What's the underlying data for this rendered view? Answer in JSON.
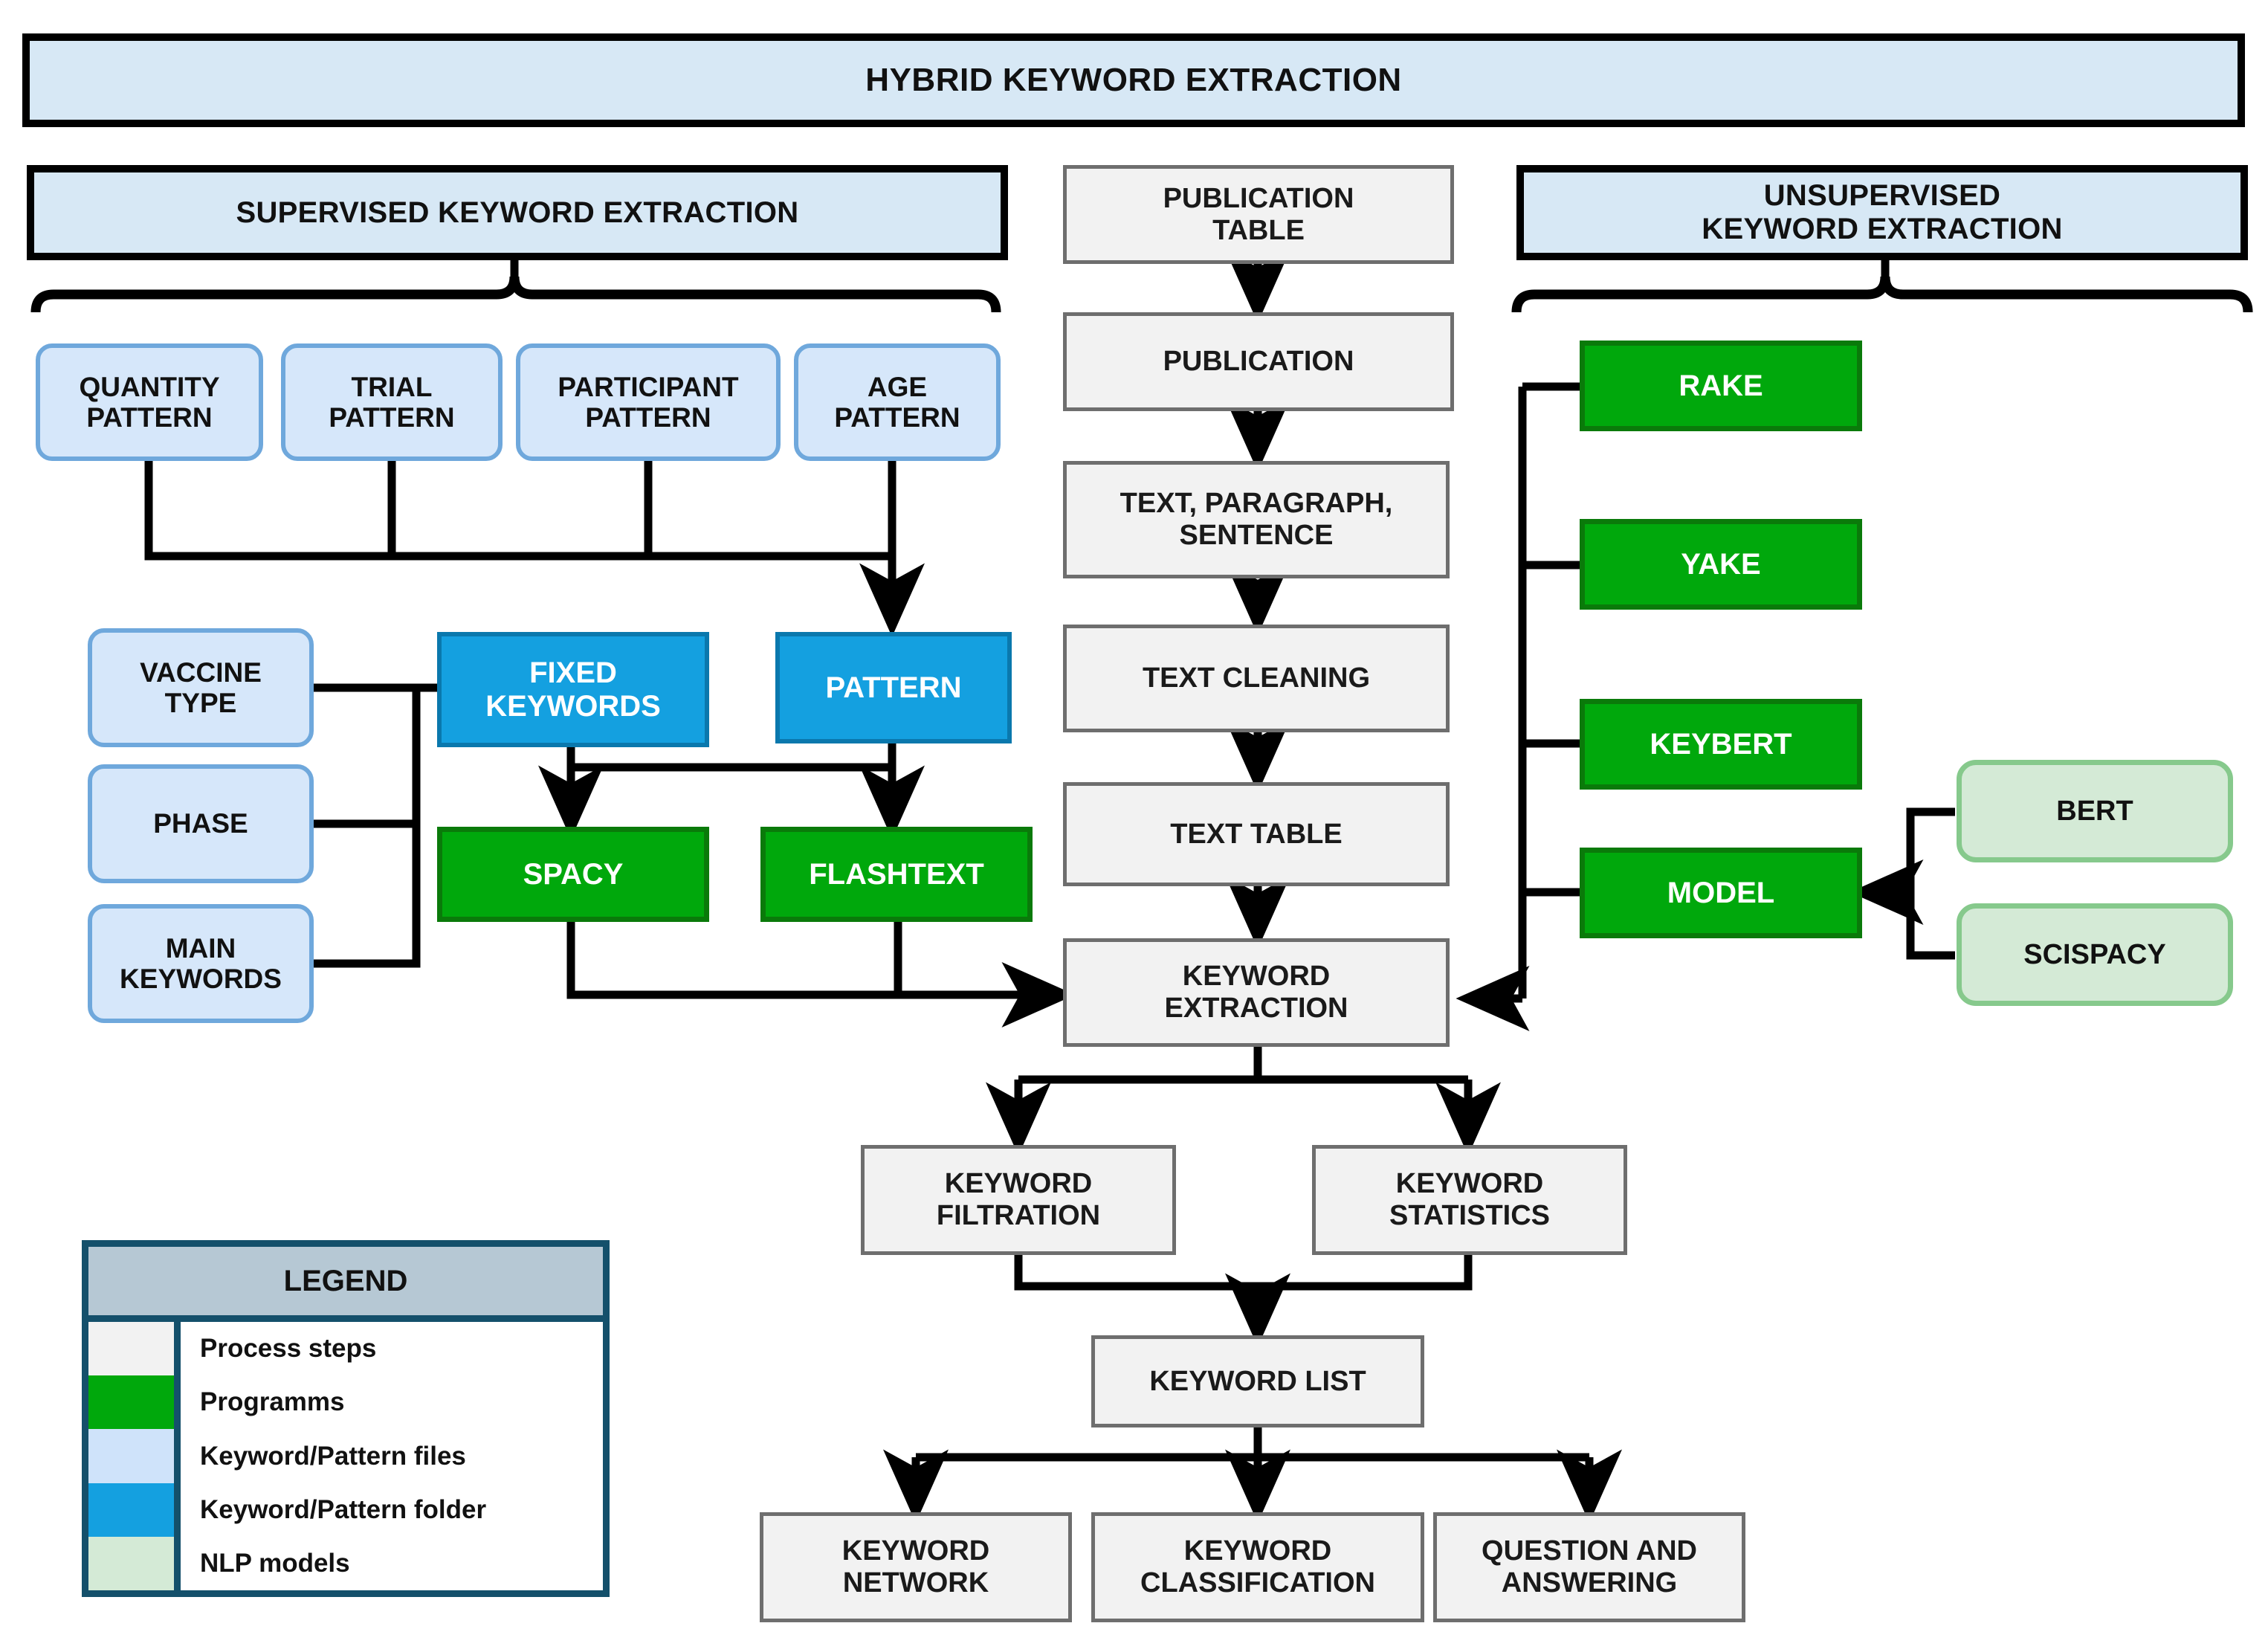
{
  "title": {
    "label": "HYBRID KEYWORD EXTRACTION"
  },
  "sections": {
    "supervised": "SUPERVISED KEYWORD EXTRACTION",
    "unsupervised_line1": "UNSUPERVISED",
    "unsupervised_line2": "KEYWORD EXTRACTION"
  },
  "pattern_files": [
    {
      "line1": "QUANTITY",
      "line2": "PATTERN"
    },
    {
      "line1": "TRIAL",
      "line2": "PATTERN"
    },
    {
      "line1": "PARTICIPANT",
      "line2": "PATTERN"
    },
    {
      "line1": "AGE",
      "line2": "PATTERN"
    }
  ],
  "keyword_files": [
    {
      "line1": "VACCINE",
      "line2": "TYPE"
    },
    {
      "line1": "PHASE",
      "line2": ""
    },
    {
      "line1": "MAIN",
      "line2": "KEYWORDS"
    }
  ],
  "folders": [
    {
      "name": "fixed-keywords",
      "line1": "FIXED",
      "line2": "KEYWORDS"
    },
    {
      "name": "pattern",
      "line1": "PATTERN",
      "line2": ""
    }
  ],
  "supervised_programs": [
    {
      "name": "spacy",
      "label": "SPACY"
    },
    {
      "name": "flashtext",
      "label": "FLASHTEXT"
    }
  ],
  "pipeline": [
    {
      "name": "publication-table",
      "line1": "PUBLICATION",
      "line2": "TABLE"
    },
    {
      "name": "publication",
      "line1": "PUBLICATION",
      "line2": ""
    },
    {
      "name": "text-paragraph-sentence",
      "line1": "TEXT, PARAGRAPH,",
      "line2": "SENTENCE"
    },
    {
      "name": "text-cleaning",
      "line1": "TEXT CLEANING",
      "line2": ""
    },
    {
      "name": "text-table",
      "line1": "TEXT TABLE",
      "line2": ""
    },
    {
      "name": "keyword-extraction",
      "line1": "KEYWORD",
      "line2": "EXTRACTION"
    }
  ],
  "post_extraction": [
    {
      "name": "keyword-filtration",
      "line1": "KEYWORD",
      "line2": "FILTRATION"
    },
    {
      "name": "keyword-statistics",
      "line1": "KEYWORD",
      "line2": "STATISTICS"
    }
  ],
  "keyword_list": {
    "line1": "KEYWORD LIST",
    "line2": ""
  },
  "outputs": [
    {
      "name": "keyword-network",
      "line1": "KEYWORD",
      "line2": "NETWORK"
    },
    {
      "name": "keyword-classification",
      "line1": "KEYWORD",
      "line2": "CLASSIFICATION"
    },
    {
      "name": "question-and-answering",
      "line1": "QUESTION AND",
      "line2": "ANSWERING"
    }
  ],
  "unsupervised_programs": [
    {
      "name": "rake",
      "label": "RAKE"
    },
    {
      "name": "yake",
      "label": "YAKE"
    },
    {
      "name": "keybert",
      "label": "KEYBERT"
    },
    {
      "name": "model",
      "label": "MODEL"
    }
  ],
  "nlp_models": [
    {
      "name": "bert",
      "label": "BERT"
    },
    {
      "name": "scispacy",
      "label": "SCISPACY"
    }
  ],
  "legend": {
    "title": "LEGEND",
    "items": [
      {
        "label": "Process steps",
        "color": "#f2f2f2"
      },
      {
        "label": "Programms",
        "color": "#00a80c"
      },
      {
        "label": "Keyword/Pattern files",
        "color": "#cfe3fa"
      },
      {
        "label": "Keyword/Pattern folder",
        "color": "#14a0e0"
      },
      {
        "label": "NLP models",
        "color": "#d4ead6"
      }
    ]
  },
  "colors": {
    "banner_fill": "#d7e8f5",
    "process_fill": "#f2f2f2",
    "program_fill": "#00a80c",
    "kwfile_fill": "#d6e7fa",
    "kwfolder_fill": "#14a0e0",
    "nlpmodel_fill": "#d4ead6",
    "legend_border": "#14506b",
    "connector": "#000000"
  }
}
